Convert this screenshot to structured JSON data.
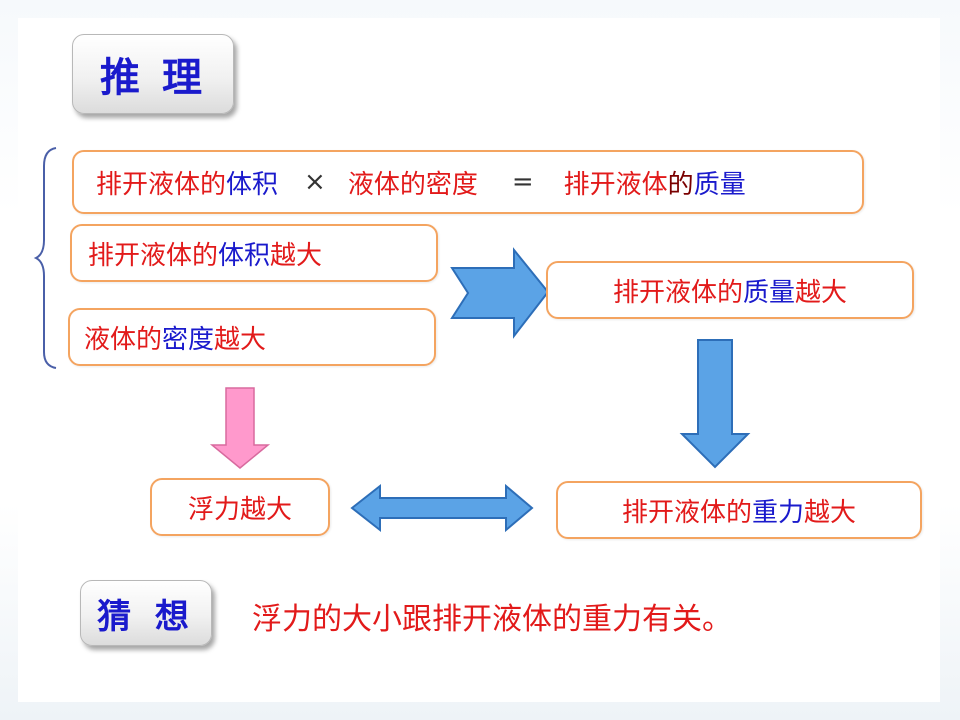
{
  "title_button": "推 理",
  "guess_button": "猜 想",
  "equation": {
    "part1_red": "排开液体的",
    "part1_blue": "体积",
    "times": "×",
    "part2_red": "液体的",
    "part2_blue": "密度",
    "equals": "=",
    "part3_red": "排开液体",
    "part3_dark": "的",
    "part3_blue": "质量"
  },
  "box_volume": {
    "red1": "排开液体的",
    "blue": "体积",
    "red2": "越大"
  },
  "box_density": {
    "red1": "液体的",
    "blue": "密度",
    "red2": "越大"
  },
  "box_mass": {
    "red1": "排开液体的",
    "blue": "质量",
    "red2": "越大"
  },
  "box_buoyancy": {
    "red": "浮力越大"
  },
  "box_weight": {
    "red1": "排开液体的",
    "blue": "重力",
    "red2": "越大"
  },
  "conclusion": "浮力的大小跟排开液体的重力有关。",
  "colors": {
    "text_red": "#e21a1a",
    "text_blue": "#1a1acc",
    "box_border": "#f4a460",
    "arrow_blue": "#5ba3e6",
    "arrow_pink": "#ff99cc"
  },
  "icons": [
    "brace-icon",
    "right-arrow-icon",
    "down-arrow-icon",
    "pink-down-arrow-icon",
    "double-arrow-icon"
  ]
}
